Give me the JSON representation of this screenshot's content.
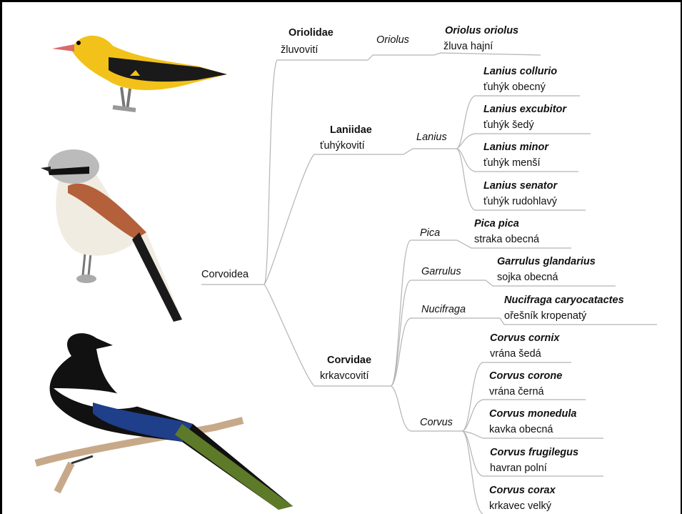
{
  "root": "Corvoidea",
  "families": [
    {
      "latin": "Oriolidae",
      "czech": "žluvovití"
    },
    {
      "latin": "Laniidae",
      "czech": "ťuhýkovití"
    },
    {
      "latin": "Corvidae",
      "czech": "krkavcovití"
    }
  ],
  "genera": [
    "Oriolus",
    "Lanius",
    "Pica",
    "Garrulus",
    "Nucifraga",
    "Corvus"
  ],
  "species": [
    {
      "latin": "Oriolus oriolus",
      "czech": "žluva hajní"
    },
    {
      "latin": "Lanius collurio",
      "czech": "ťuhýk obecný"
    },
    {
      "latin": "Lanius excubitor",
      "czech": "ťuhýk šedý"
    },
    {
      "latin": "Lanius minor",
      "czech": "ťuhýk menší"
    },
    {
      "latin": "Lanius senator",
      "czech": "ťuhýk rudohlavý"
    },
    {
      "latin": "Pica pica",
      "czech": "straka obecná"
    },
    {
      "latin": "Garrulus glandarius",
      "czech": "sojka obecná"
    },
    {
      "latin": "Nucifraga caryocatactes",
      "czech": "ořešník kropenatý"
    },
    {
      "latin": "Corvus cornix",
      "czech": "vrána šedá"
    },
    {
      "latin": "Corvus corone",
      "czech": "vrána černá"
    },
    {
      "latin": "Corvus monedula",
      "czech": "kavka obecná"
    },
    {
      "latin": "Corvus frugilegus",
      "czech": "havran polní"
    },
    {
      "latin": "Corvus corax",
      "czech": "krkavec velký"
    }
  ],
  "colors": {
    "line": "#b4b4b4",
    "oriole_yellow": "#f2c21a",
    "shrike_rufous": "#b4603a",
    "magpie_blue": "#1f3f8a"
  }
}
